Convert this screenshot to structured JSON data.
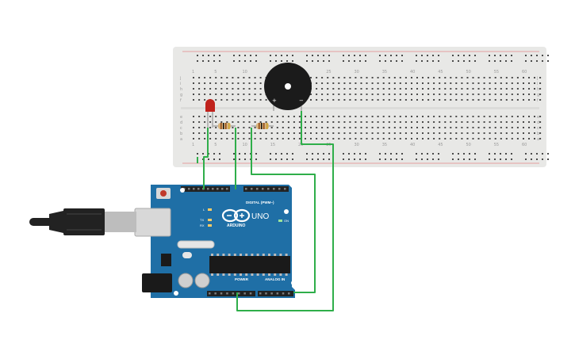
{
  "colors": {
    "background": "#ffffff",
    "breadboard": "#e8e8e6",
    "breadboard_hole": "#4a4a4a",
    "rail_red": "#e05a5a",
    "arduino_board": "#1f6fa6",
    "arduino_dark": "#14507a",
    "header": "#222222",
    "wire": "#2fae4a",
    "buzzer": "#1b1b1b",
    "led": "#c0221c",
    "resistor": "#d9b37c",
    "usb_cable": "#222222",
    "usb_connector": "#bdbdbd"
  },
  "arduino": {
    "logo_text": "ARDUINO",
    "model": "UNO",
    "digital_label": "DIGITAL (PWM~)",
    "power_label": "POWER",
    "analog_label": "ANALOG IN",
    "on_label": "ON",
    "l_label": "L",
    "tx_label": "TX",
    "rx_label": "RX"
  },
  "buzzer": {
    "plus_label": "+",
    "minus_label": "−"
  },
  "breadboard": {
    "column_numbers_top": [
      "1",
      "5",
      "10",
      "15",
      "20",
      "25",
      "30",
      "35",
      "40",
      "45",
      "50",
      "55",
      "60"
    ],
    "row_letters_left": [
      "j",
      "i",
      "h",
      "g",
      "f",
      "e",
      "d",
      "c",
      "b",
      "a"
    ]
  }
}
